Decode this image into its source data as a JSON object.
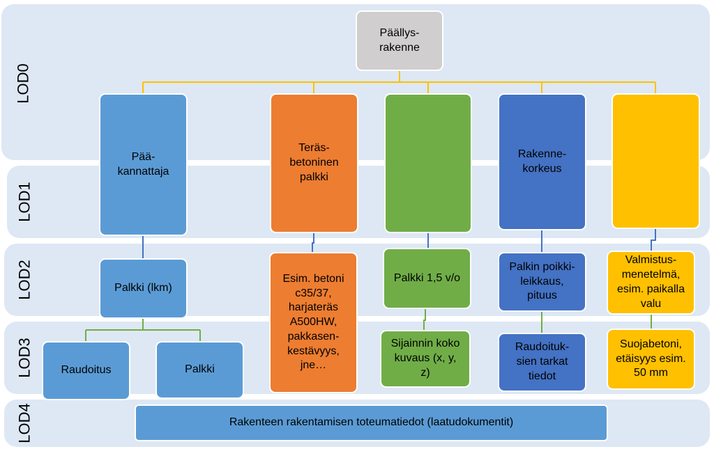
{
  "lod_levels": [
    "LOD0",
    "LOD1",
    "LOD2",
    "LOD3",
    "LOD4"
  ],
  "colors": {
    "band": "#dde8f4",
    "blue": "#5b9bd5",
    "dark_blue": "#4472c4",
    "orange": "#ed7d31",
    "green": "#70ad47",
    "yellow": "#ffc000",
    "gray": "#d0cece",
    "connector_yellow": "#ffc000",
    "connector_blue": "#4472c4",
    "connector_green": "#70ad47"
  },
  "root": "Päällys-\nrakenne",
  "lod1": {
    "paakannattaja": "Pää-\nkannattaja",
    "terasbetoninen": "Teräs-\nbetoninen\npalkki",
    "green": "",
    "rakennekorkeus": "Rakenne-\nkorkeus",
    "yellow": ""
  },
  "lod2": {
    "palkki_lkm": "Palkki (lkm)",
    "materiaalit": "Esim. betoni\nc35/37,\nharjateräs\nA500HW,\npakkasen-\nkestävyys,\njne…",
    "palkki_kaltevuus": "Palkki 1,5 v/o",
    "poikkileikkaus": "Palkin poikki-\nleikkaus,\npituus",
    "valmistusmenetelma": "Valmistus-\nmenetelmä,\nesim. paikalla\nvalu"
  },
  "lod3": {
    "raudoitus": "Raudoitus",
    "palkki": "Palkki",
    "sijainti": "Sijainnin koko\nkuvaus (x, y,\nz)",
    "raudoitustiedot": "Raudoituk-\nsien tarkat\ntiedot",
    "suojabetoni": "Suojabetoni,\netäisyys esim.\n50 mm"
  },
  "lod4": {
    "toteumatiedot": "Rakenteen rakentamisen toteumatiedot (laatudokumentit)"
  }
}
